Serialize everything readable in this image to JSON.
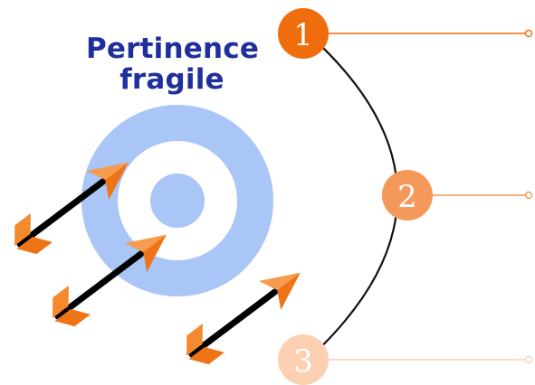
{
  "title": {
    "line1": "Pertinence",
    "line2": "fragile"
  },
  "colors": {
    "title": "#1f2f9c",
    "target": "#a9c6f7",
    "arrow_head": "#ef7418",
    "arrow_head_light": "#f79c4f",
    "arrow_shaft": "#000000",
    "curve": "#111111"
  },
  "steps": [
    {
      "label": "1",
      "color": "#f06d0e"
    },
    {
      "label": "2",
      "color": "#f5995b"
    },
    {
      "label": "3",
      "color": "#fbd0b2"
    }
  ]
}
